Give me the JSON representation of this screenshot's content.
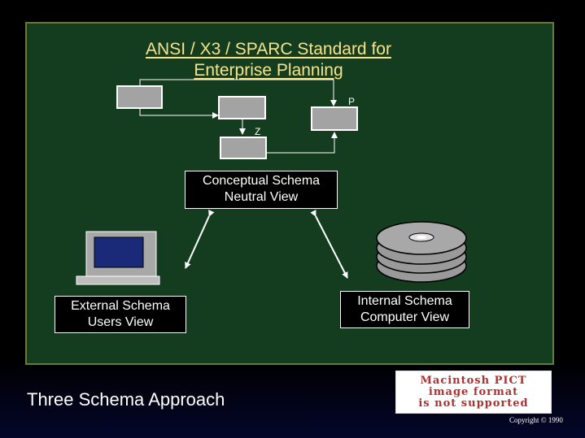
{
  "slide": {
    "title_lines": [
      "ANSI / X3 / SPARC Standard for",
      "Enterprise Planning"
    ],
    "diagram_letters": {
      "p": "P",
      "z": "Z"
    },
    "conceptual": {
      "line1": "Conceptual Schema",
      "line2": "Neutral View"
    },
    "external": {
      "line1": "External Schema",
      "line2": "Users View"
    },
    "internal": {
      "line1": "Internal Schema",
      "line2": "Computer View"
    },
    "footer_title": "Three Schema Approach",
    "pict_placeholder": [
      "Macintosh PICT",
      "image format",
      "is not supported"
    ],
    "copyright": "Copyright © 1990"
  },
  "colors": {
    "panel": "#143d20",
    "panel_border": "#6a7a30",
    "title": "#f6e48c",
    "box_fill": "#a3a3a3"
  }
}
